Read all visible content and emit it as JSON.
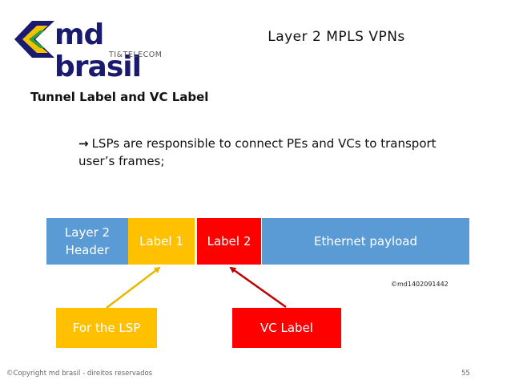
{
  "logo": {
    "name": "md brasil",
    "subtitle": "TI&TELECOM"
  },
  "slide": {
    "title": "Layer 2 MPLS VPNs",
    "subtitle": "Tunnel Label and VC Label",
    "bullet_text": "LSPs are responsible to connect PEs and VCs to transport user’s frames;"
  },
  "frame": {
    "layer2_header_line1": "Layer 2",
    "layer2_header_line2": "Header",
    "label1": "Label 1",
    "label2": "Label 2",
    "ethernet_payload": "Ethernet payload"
  },
  "callouts": {
    "for_lsp": "For the LSP",
    "vc_label": "VC Label"
  },
  "stamp": "©md1402091442",
  "footer": {
    "copyright": "©Copyright md brasil - direitos reservados",
    "page_number": "55"
  },
  "colors": {
    "blue": "#5b9bd5",
    "gold": "#ffc000",
    "red": "#ff0000",
    "arrow_gold": "#e8b800",
    "arrow_red": "#c00000"
  }
}
